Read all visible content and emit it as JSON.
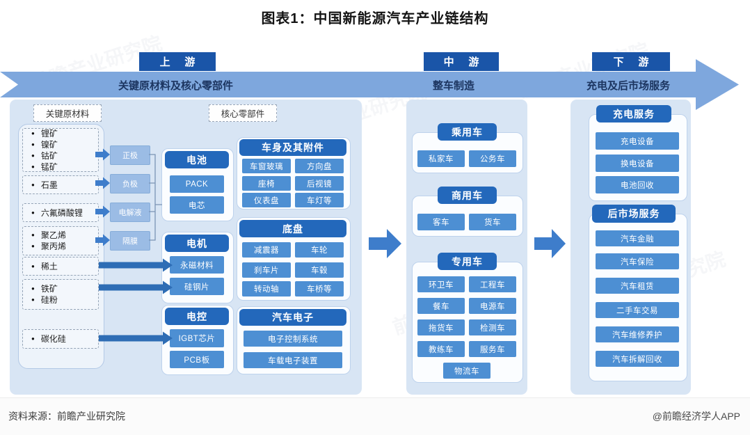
{
  "title": "图表1：中国新能源汽车产业链结构",
  "watermark": "前瞻产业研究院",
  "colors": {
    "stage_box": "#1a55a8",
    "ribbon": "#7ea7dd",
    "band_text": "#1c3560",
    "panel_bg": "#d8e5f4",
    "pill": "#2368bb",
    "item_box": "#4d8fd3",
    "connector_box": "#9bbce5",
    "arrow": "#2e6db5"
  },
  "stages": [
    {
      "label": "上 游",
      "band_label": "关键原材料及核心零部件"
    },
    {
      "label": "中 游",
      "band_label": "整车制造"
    },
    {
      "label": "下 游",
      "band_label": "充电及后市场服务"
    }
  ],
  "upstream": {
    "raw_title": "关键原材料",
    "core_title": "核心零部件",
    "raw_groups": [
      [
        "锂矿",
        "镍矿",
        "钴矿",
        "锰矿"
      ],
      [
        "石墨"
      ],
      [
        "六氟磷酸锂"
      ],
      [
        "聚乙烯",
        "聚丙烯"
      ],
      [
        "稀土"
      ],
      [
        "铁矿",
        "硅粉"
      ],
      [
        "碳化硅"
      ]
    ],
    "battery_materials": [
      "正极",
      "负极",
      "电解液",
      "隔膜"
    ],
    "groups": [
      {
        "title": "电池",
        "items": [
          "PACK",
          "电芯"
        ]
      },
      {
        "title": "电机",
        "items": [
          "永磁材料",
          "硅钢片"
        ]
      },
      {
        "title": "电控",
        "items": [
          "IGBT芯片",
          "PCB板"
        ]
      },
      {
        "title": "车身及其附件",
        "items": [
          "车窗玻璃",
          "方向盘",
          "座椅",
          "后视镜",
          "仪表盘",
          "车灯等"
        ]
      },
      {
        "title": "底盘",
        "items": [
          "减震器",
          "车轮",
          "刹车片",
          "车毂",
          "转动轴",
          "车桥等"
        ]
      },
      {
        "title": "汽车电子",
        "items": [
          "电子控制系统",
          "车载电子装置"
        ]
      }
    ]
  },
  "midstream": {
    "groups": [
      {
        "title": "乘用车",
        "items": [
          "私家车",
          "公务车"
        ]
      },
      {
        "title": "商用车",
        "items": [
          "客车",
          "货车"
        ]
      },
      {
        "title": "专用车",
        "items": [
          "环卫车",
          "工程车",
          "餐车",
          "电源车",
          "拖货车",
          "检测车",
          "教练车",
          "服务车",
          "物流车"
        ]
      }
    ]
  },
  "downstream": {
    "groups": [
      {
        "title": "充电服务",
        "items": [
          "充电设备",
          "换电设备",
          "电池回收"
        ]
      },
      {
        "title": "后市场服务",
        "items": [
          "汽车金融",
          "汽车保险",
          "汽车租赁",
          "二手车交易",
          "汽车维修养护",
          "汽车拆解回收"
        ]
      }
    ]
  },
  "footer": {
    "source": "资料来源：前瞻产业研究院",
    "credit": "@前瞻经济学人APP"
  }
}
